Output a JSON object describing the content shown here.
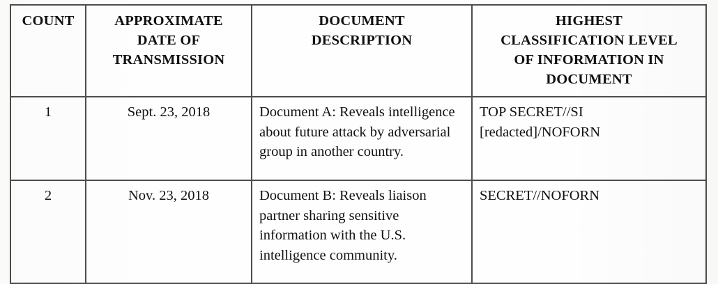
{
  "document": {
    "type": "table",
    "background_color": "#fdfdfb",
    "text_color": "#111111",
    "border_color": "#4d4d4d"
  },
  "table": {
    "headers": [
      "COUNT",
      "APPROXIMATE\nDATE OF\nTRANSMISSION",
      "DOCUMENT\nDESCRIPTION",
      "HIGHEST\nCLASSIFICATION LEVEL\nOF INFORMATION IN\nDOCUMENT"
    ],
    "rows": [
      {
        "count": "1",
        "date": "Sept. 23, 2018",
        "description": "Document A: Reveals intelligence about future attack by adversarial group in another country.",
        "classification": "TOP SECRET//SI\n[redacted]/NOFORN"
      },
      {
        "count": "2",
        "date": "Nov. 23, 2018",
        "description": "Document B: Reveals liaison partner sharing sensitive information with the U.S. intelligence community.",
        "classification": "SECRET//NOFORN"
      }
    ]
  }
}
